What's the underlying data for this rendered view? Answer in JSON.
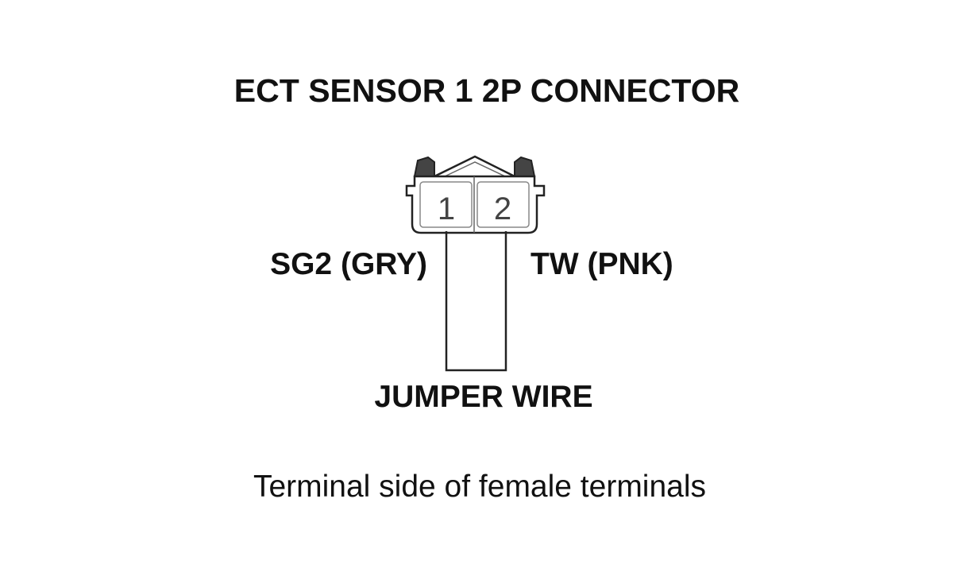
{
  "title": "ECT SENSOR 1 2P CONNECTOR",
  "connector": {
    "terminals": [
      "1",
      "2"
    ]
  },
  "wires": {
    "left_label": "SG2 (GRY)",
    "right_label": "TW (PNK)",
    "jumper_label": "JUMPER WIRE"
  },
  "caption": "Terminal side of female terminals",
  "colors": {
    "line": "#222222",
    "text": "#111111",
    "connector_tab": "#444444",
    "background": "#ffffff"
  }
}
